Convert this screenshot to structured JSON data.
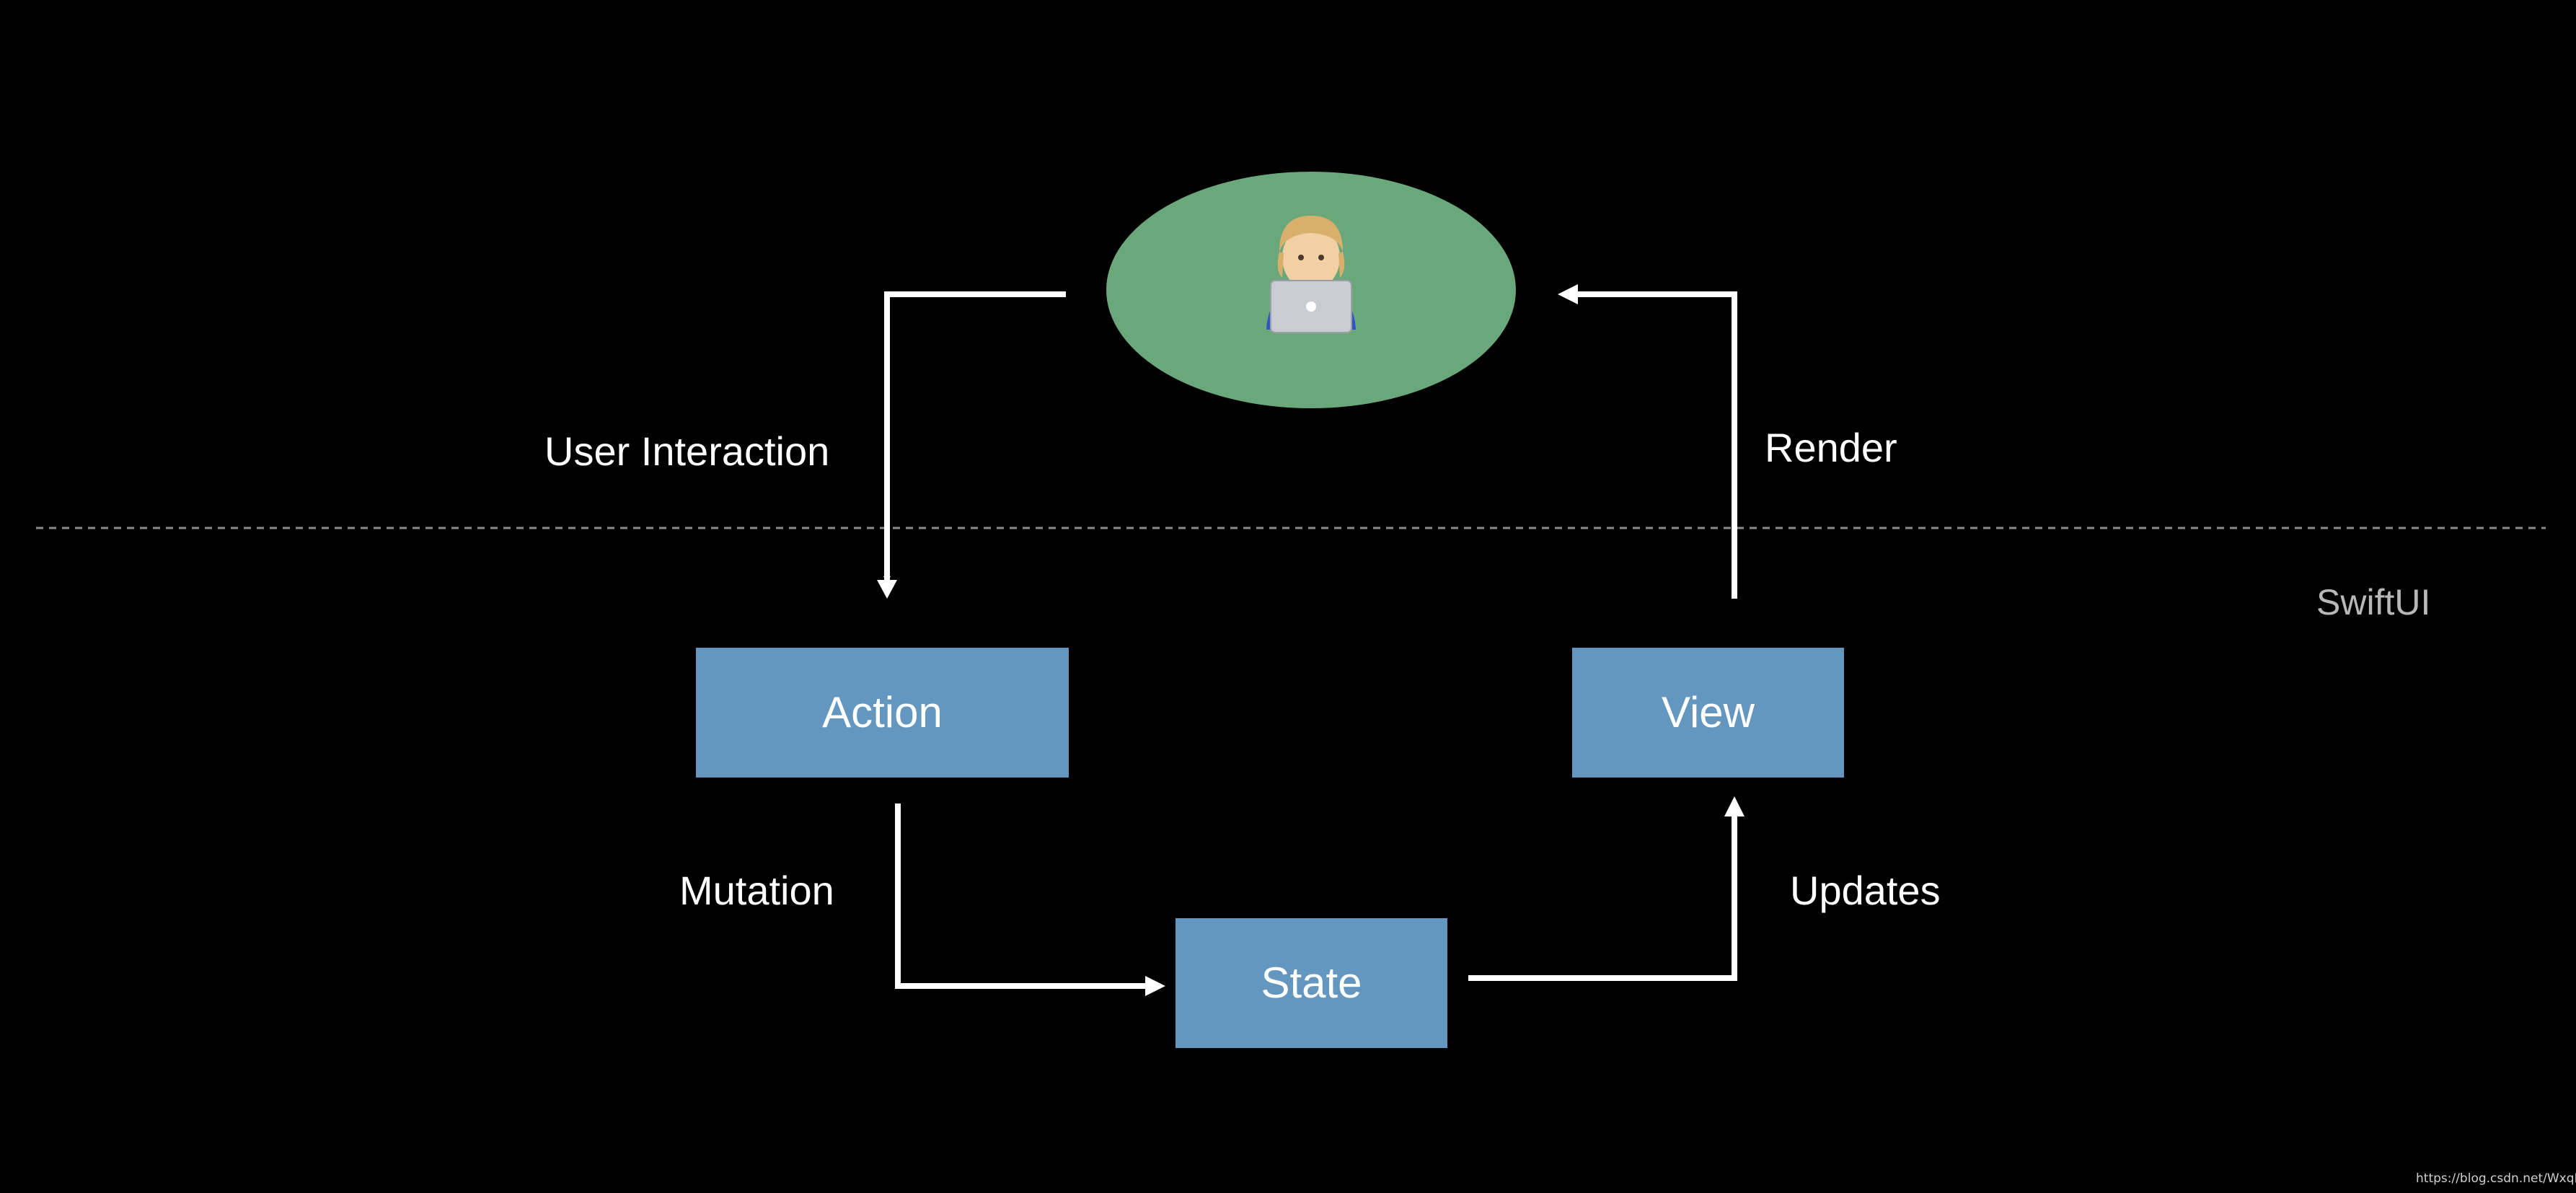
{
  "diagram": {
    "nodes": {
      "user": {
        "icon": "technologist-with-laptop-icon",
        "color": "#6aa87b"
      },
      "action": {
        "label": "Action",
        "color": "#6497bf"
      },
      "view": {
        "label": "View",
        "color": "#6497bf"
      },
      "state": {
        "label": "State",
        "color": "#6497bf"
      }
    },
    "edges": {
      "user_interaction": "User Interaction",
      "render": "Render",
      "mutation": "Mutation",
      "updates": "Updates"
    },
    "region_label": "SwiftUI",
    "watermark": "https://blog.csdn.net/WxqHUT"
  }
}
